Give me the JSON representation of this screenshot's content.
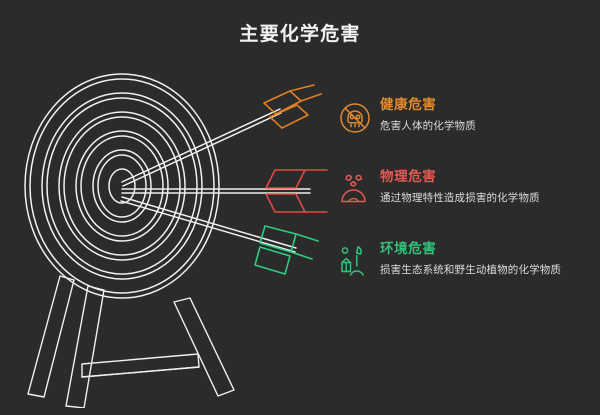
{
  "page": {
    "title": "主要化学危害",
    "background_color": "#2b2b2b",
    "text_color": "#f2f2f2"
  },
  "illustration": {
    "name": "archery-target-with-three-arrows",
    "stroke_color": "#f0f0f0",
    "ring_count": 6,
    "arrows": [
      {
        "label": "健康危害",
        "color": "#e08020",
        "direction": "upper-right"
      },
      {
        "label": "物理危害",
        "color": "#e04a40",
        "direction": "right"
      },
      {
        "label": "环境危害",
        "color": "#2ecc80",
        "direction": "lower-right"
      }
    ]
  },
  "legend": {
    "items": [
      {
        "icon": "skull-in-circle-icon",
        "heading": "健康危害",
        "description": "危害人体的化学物质",
        "color": "#e08a2e"
      },
      {
        "icon": "hardhat-radiation-icon",
        "heading": "物理危害",
        "description": "通过物理特性造成损害的化学物质",
        "color": "#e35a52"
      },
      {
        "icon": "plant-sprout-icon",
        "heading": "环境危害",
        "description": "损害生态系统和野生动植物的化学物质",
        "color": "#35c27d"
      }
    ]
  }
}
